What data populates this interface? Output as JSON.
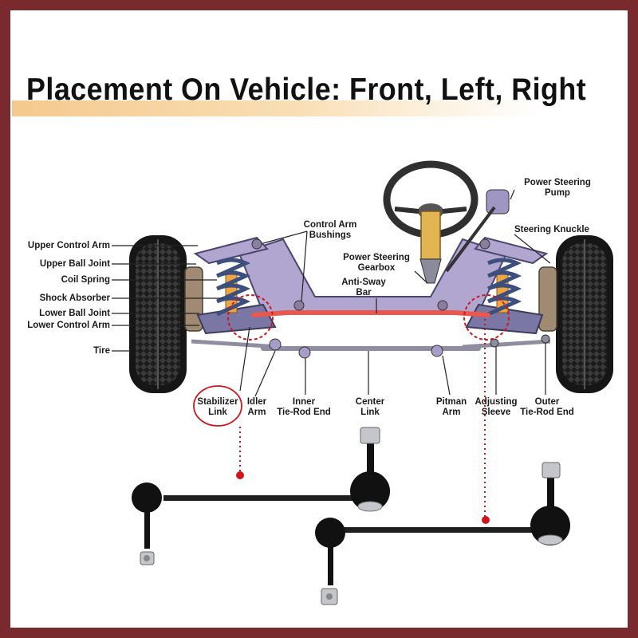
{
  "title": "Placement On Vehicle: Front, Left, Right",
  "colors": {
    "frame": "#7a2a2c",
    "title_band": "#f5c98e",
    "suspension_purple": "#a89cc8",
    "anti_sway_bar": "#e8584e",
    "highlight_red": "#d0161d",
    "spring_blue": "#3d4f7d",
    "shock_orange": "#f0a541"
  },
  "labels": {
    "upper_control_arm": "Upper Control Arm",
    "upper_ball_joint": "Upper Ball Joint",
    "coil_spring": "Coil Spring",
    "shock_absorber": "Shock Absorber",
    "lower_ball_joint": "Lower Ball Joint",
    "lower_control_arm": "Lower Control Arm",
    "tire": "Tire",
    "control_arm_bushings_1": "Control Arm",
    "control_arm_bushings_2": "Bushings",
    "power_steering_gearbox_1": "Power Steering",
    "power_steering_gearbox_2": "Gearbox",
    "anti_sway_bar_1": "Anti-Sway",
    "anti_sway_bar_2": "Bar",
    "power_steering_pump_1": "Power Steering",
    "power_steering_pump_2": "Pump",
    "steering_knuckle": "Steering Knuckle",
    "stabilizer_link_1": "Stabilizer",
    "stabilizer_link_2": "Link",
    "idler_arm_1": "Idler",
    "idler_arm_2": "Arm",
    "inner_tie_rod_1": "Inner",
    "inner_tie_rod_2": "Tie-Rod End",
    "center_link_1": "Center",
    "center_link_2": "Link",
    "pitman_arm_1": "Pitman",
    "pitman_arm_2": "Arm",
    "adjusting_sleeve_1": "Adjusting",
    "adjusting_sleeve_2": "Sleeve",
    "outer_tie_rod_1": "Outer",
    "outer_tie_rod_2": "Tie-Rod End"
  }
}
